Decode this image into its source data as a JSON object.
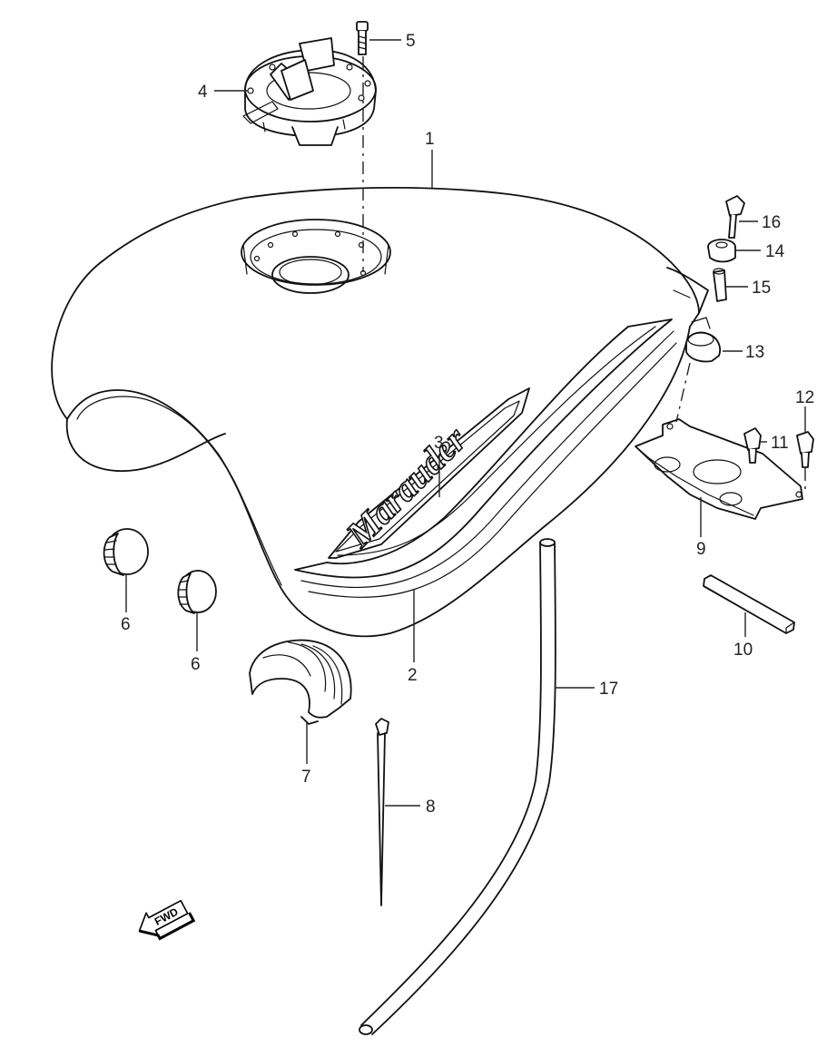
{
  "callouts": [
    {
      "id": "c1",
      "text": "1"
    },
    {
      "id": "c2",
      "text": "2"
    },
    {
      "id": "c3",
      "text": "3"
    },
    {
      "id": "c4",
      "text": "4"
    },
    {
      "id": "c5",
      "text": "5"
    },
    {
      "id": "c6a",
      "text": "6"
    },
    {
      "id": "c6b",
      "text": "6"
    },
    {
      "id": "c7",
      "text": "7"
    },
    {
      "id": "c8",
      "text": "8"
    },
    {
      "id": "c9",
      "text": "9"
    },
    {
      "id": "c10",
      "text": "10"
    },
    {
      "id": "c11",
      "text": "11"
    },
    {
      "id": "c12",
      "text": "12"
    },
    {
      "id": "c13",
      "text": "13"
    },
    {
      "id": "c14",
      "text": "14"
    },
    {
      "id": "c15",
      "text": "15"
    },
    {
      "id": "c16",
      "text": "16"
    },
    {
      "id": "c17",
      "text": "17"
    }
  ],
  "emblem_text": "Marauder",
  "direction_arrow": {
    "text": "FWD",
    "icon": "fwd-arrow-icon"
  }
}
